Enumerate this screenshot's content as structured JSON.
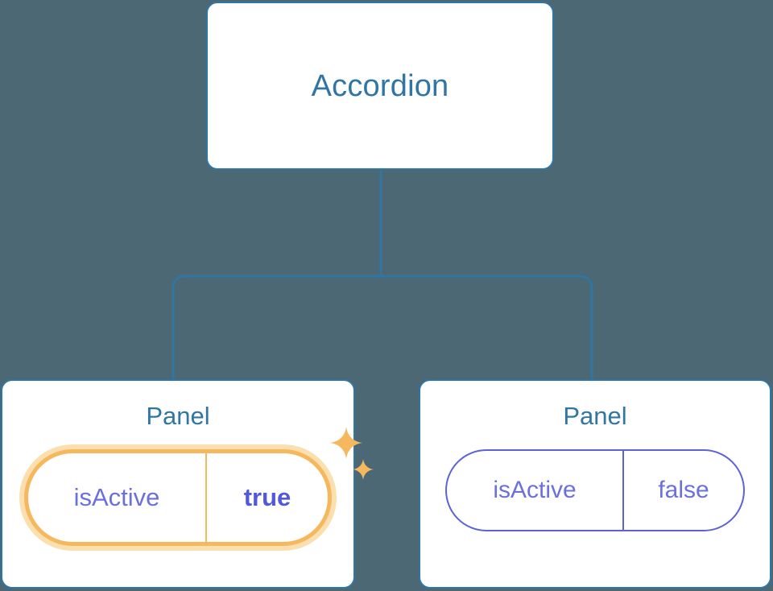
{
  "diagram": {
    "type": "component-tree",
    "background_color": "#4b6874",
    "accent_blue": "#2f76a4",
    "accent_purple": "#5d62d6",
    "accent_orange": "#f6b85e",
    "accent_orange_glow": "#fbdfae",
    "root": {
      "label": "Accordion"
    },
    "children": [
      {
        "label": "Panel",
        "prop": {
          "key": "isActive",
          "value": "true"
        },
        "highlighted": true,
        "sparkles": [
          "sparkle-large",
          "sparkle-small"
        ]
      },
      {
        "label": "Panel",
        "prop": {
          "key": "isActive",
          "value": "false"
        },
        "highlighted": false,
        "sparkles": []
      }
    ]
  }
}
